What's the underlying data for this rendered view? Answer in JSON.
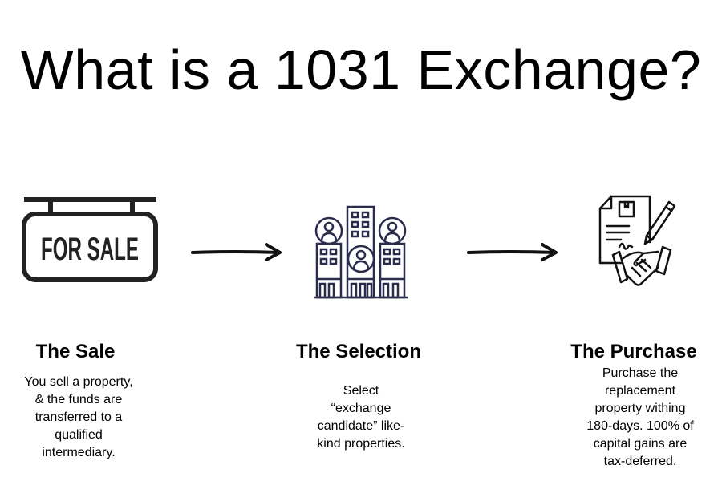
{
  "title": "What is a 1031 Exchange?",
  "icons": {
    "sale": "for-sale-sign-icon",
    "selection": "buildings-with-people-icon",
    "purchase": "contract-handshake-icon",
    "sign_text": "FOR SALE"
  },
  "steps": [
    {
      "title": "The Sale",
      "desc_lines": [
        "You sell a property,",
        "& the funds are",
        "transferred to a",
        "qualified",
        "intermediary."
      ]
    },
    {
      "title": "The Selection",
      "desc_lines": [
        "Select",
        "“exchange",
        "candidate” like-",
        "kind properties."
      ]
    },
    {
      "title": "The Purchase",
      "desc_lines": [
        "Purchase the",
        "replacement",
        "property withing",
        "180-days. 100% of",
        "capital gains are",
        "tax-deferred."
      ]
    }
  ],
  "colors": {
    "text": "#000000",
    "icon_dark": "#222222",
    "icon_navy": "#2b2b4d"
  }
}
